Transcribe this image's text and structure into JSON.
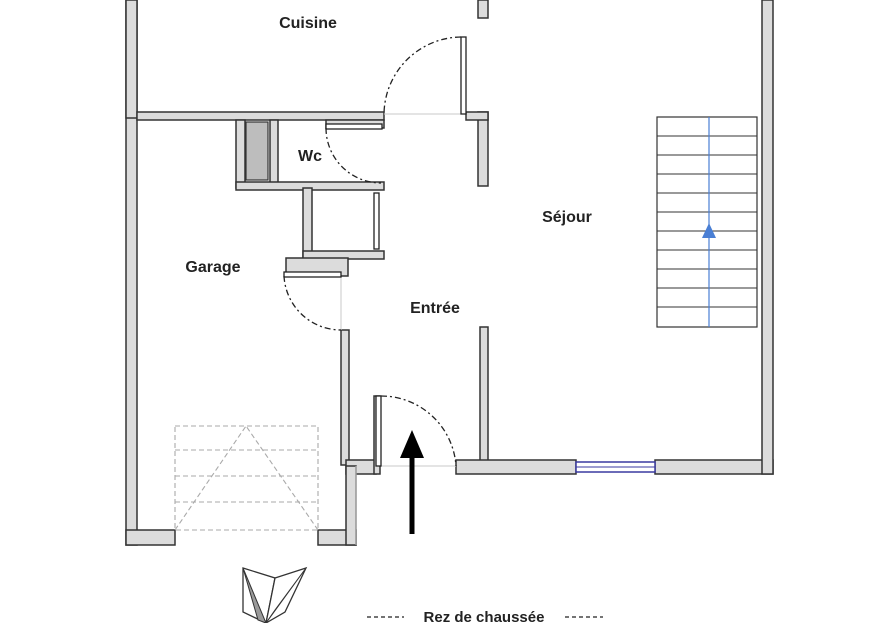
{
  "plan": {
    "rooms": {
      "cuisine": "Cuisine",
      "wc": "Wc",
      "sejour": "Séjour",
      "garage": "Garage",
      "entree": "Entrée"
    },
    "caption": "Rez de chaussée"
  },
  "colors": {
    "wall_fill": "#dcdcdc",
    "wall_stroke": "#333333",
    "stair_arrow": "#4a7fd4",
    "window": "#3a3aa0"
  },
  "icons": {
    "entry_arrow": "arrow-up-icon",
    "compass": "north-compass-icon"
  }
}
